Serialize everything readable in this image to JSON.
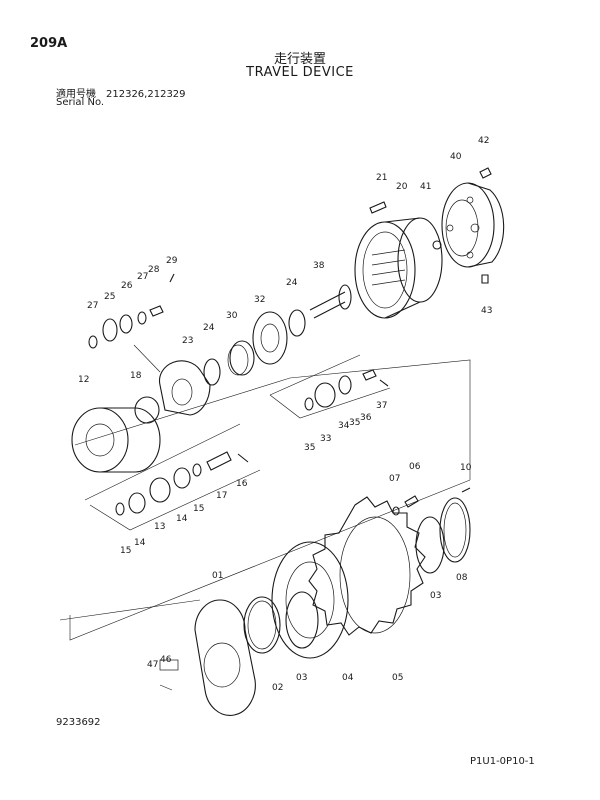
{
  "header": {
    "page_number": "209A",
    "title_ja": "走行装置",
    "title_en": "TRAVEL DEVICE",
    "serial_label_ja": "適用号機　212326,212329",
    "serial_label_en": "Serial No."
  },
  "footer": {
    "drawing_number": "9233692",
    "page_code": "P1U1-0P10-1"
  },
  "callouts": {
    "c01": "01",
    "c02": "02",
    "c03a": "03",
    "c03b": "03",
    "c04": "04",
    "c05": "05",
    "c06": "06",
    "c07": "07",
    "c08": "08",
    "c10": "10",
    "c12": "12",
    "c13": "13",
    "c14a": "14",
    "c14b": "14",
    "c15a": "15",
    "c15b": "15",
    "c16": "16",
    "c17": "17",
    "c18": "18",
    "c20": "20",
    "c21": "21",
    "c23": "23",
    "c24a": "24",
    "c24b": "24",
    "c25": "25",
    "c26": "26",
    "c27a": "27",
    "c27b": "27",
    "c28": "28",
    "c29": "29",
    "c30": "30",
    "c32": "32",
    "c33": "33",
    "c34": "34",
    "c35a": "35",
    "c35b": "35",
    "c36": "36",
    "c37": "37",
    "c38": "38",
    "c40": "40",
    "c41": "41",
    "c42": "42",
    "c43": "43",
    "c46": "46",
    "c47": "47"
  }
}
